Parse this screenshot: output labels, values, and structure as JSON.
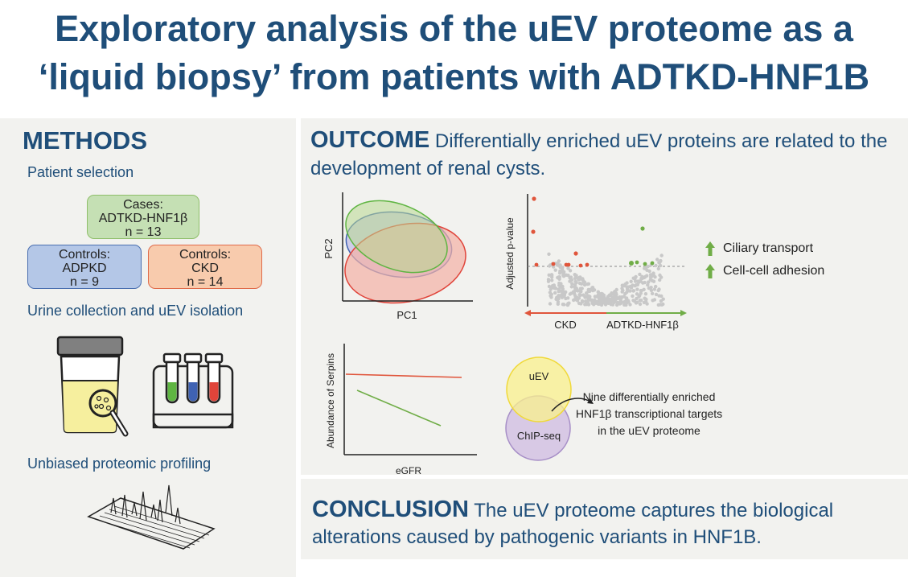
{
  "title": {
    "line1": "Exploratory analysis of the uEV proteome as a",
    "line2": "‘liquid biopsy’ from patients with ADTKD-HNF1B"
  },
  "methods": {
    "heading": "METHODS",
    "patient_selection": "Patient selection",
    "cases": {
      "line1": "Cases:",
      "line2": "ADTKD-HNF1β",
      "line3": "n  = 13"
    },
    "controls_adpkd": {
      "line1": "Controls:",
      "line2": "ADPKD",
      "line3": "n  = 9"
    },
    "controls_ckd": {
      "line1": "Controls:",
      "line2": "CKD",
      "line3": "n = 14"
    },
    "urine_collection": "Urine collection and uEV isolation",
    "unbiased_profiling": "Unbiased proteomic profiling"
  },
  "outcome": {
    "heading": "OUTCOME",
    "text": "Differentially enriched uEV proteins are related to the development of renal cysts.",
    "pca": {
      "xlabel": "PC1",
      "ylabel": "PC2"
    },
    "volcano": {
      "ylabel": "Adjusted p-value",
      "left_label": "CKD",
      "right_label": "ADTKD-HNF1β",
      "legend": [
        "Ciliary transport",
        "Cell-cell adhesion"
      ]
    },
    "serpins": {
      "xlabel": "eGFR",
      "ylabel": "Abundance of Serpins"
    },
    "venn": {
      "set_a": "uEV",
      "set_b": "ChIP-seq",
      "note_line1": "Nine differentially enriched",
      "note_line2": "HNF1β transcriptional targets",
      "note_line3": "in the uEV proteome"
    }
  },
  "conclusion": {
    "heading": "CONCLUSION",
    "text": "The uEV proteome captures the biological alterations caused by pathogenic variants in HNF1B."
  },
  "colors": {
    "title_blue": "#1f4e79",
    "cases_green": "#c5e0b4",
    "adpkd_blue": "#b4c7e7",
    "ckd_red": "#f8cbad",
    "up_green": "#70ad47",
    "down_red": "#e0553b"
  }
}
